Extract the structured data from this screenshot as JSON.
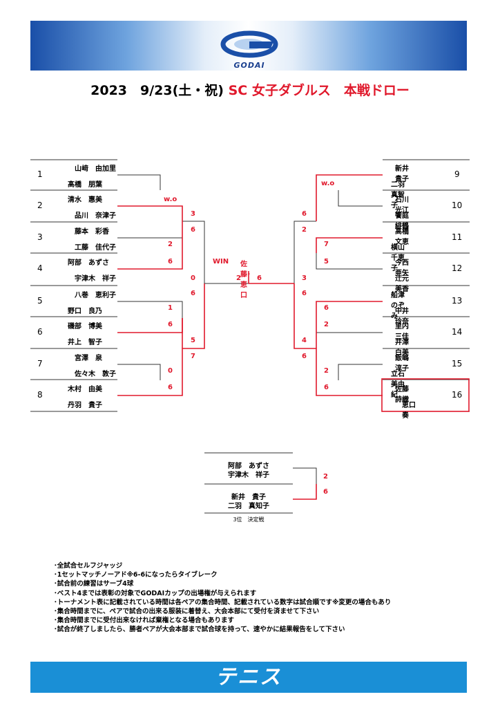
{
  "header": {
    "logo_text": "GODAI",
    "title_date": "2023　9/23(土・祝)",
    "title_event": "SC 女子ダブルス　本戦ドロー"
  },
  "draw": {
    "left_seeds": [
      {
        "seed": "1",
        "p1": "山﨑　由加里",
        "p2": "髙橋　朋葉"
      },
      {
        "seed": "2",
        "p1": "清水　惠美",
        "p2": "品川　奈津子"
      },
      {
        "seed": "3",
        "p1": "藤本　彩香",
        "p2": "工藤　佳代子"
      },
      {
        "seed": "4",
        "p1": "阿部　あずさ",
        "p2": "宇津木　祥子"
      },
      {
        "seed": "5",
        "p1": "八巻　恵利子",
        "p2": "野口　良乃"
      },
      {
        "seed": "6",
        "p1": "磯部　博美",
        "p2": "井上　智子"
      },
      {
        "seed": "7",
        "p1": "宮澤　泉",
        "p2": "佐々木　敦子"
      },
      {
        "seed": "8",
        "p1": "木村　由美",
        "p2": "丹羽　貴子"
      }
    ],
    "right_seeds": [
      {
        "seed": "9",
        "p1": "新井　貴子",
        "p2": "二羽　真智子"
      },
      {
        "seed": "10",
        "p1": "石川　光江",
        "p2": "饗庭　緋鶴"
      },
      {
        "seed": "11",
        "p1": "高橋　文恵",
        "p2": "横山　千恵子"
      },
      {
        "seed": "12",
        "p1": "今西　亜矢",
        "p2": "辻元　美香"
      },
      {
        "seed": "13",
        "p1": "船津　のぞみ",
        "p2": "中井　玲奈"
      },
      {
        "seed": "14",
        "p1": "里内　三佳",
        "p2": "井澤　白美"
      },
      {
        "seed": "15",
        "p1": "飯嶋　淳子",
        "p2": "立石　美由紀"
      },
      {
        "seed": "16",
        "p1": "佐藤　詩織",
        "p2": "恵口　奏"
      }
    ],
    "scores": {
      "l_r1_m2": "w.o",
      "l_r1_m3_top": "2",
      "l_r1_m3_bot": "6",
      "l_r1_m5_top": "1",
      "l_r1_m5_bot": "6",
      "l_r1_m7_top": "0",
      "l_r1_m7_bot": "6",
      "l_r2_a_top": "3",
      "l_r2_a_bot": "6",
      "l_r2_b_top": "5",
      "l_r2_b_bot": "7",
      "l_sf_top": "0",
      "l_sf_bot": "6",
      "r_r1_m1": "w.o",
      "r_r1_m3_top": "7",
      "r_r1_m3_bot": "5",
      "r_r1_m5_top": "6",
      "r_r1_m5_bot": "2",
      "r_r1_m7_top": "2",
      "r_r1_m7_bot": "6",
      "r_r2_a_top": "6",
      "r_r2_a_bot": "2",
      "r_r2_b_top": "4",
      "r_r2_b_bot": "6",
      "r_sf_top": "3",
      "r_sf_bot": "6",
      "final_left": "2",
      "final_right": "6"
    },
    "win_label": "WIN",
    "winner": "佐藤･恵口"
  },
  "third_place": {
    "top_p1": "阿部　あずさ",
    "top_p2": "宇津木　祥子",
    "bot_p1": "新井　貴子",
    "bot_p2": "二羽　真知子",
    "score_top": "2",
    "score_bot": "6",
    "caption": "3位　決定戦"
  },
  "notes": [
    "･全試合セルフジャッジ",
    "･1セットマッチノーアド※6-6になったらタイブレーク",
    "･試合前の練習はサーブ4球",
    "･ベスト4までは表彰の対象でGODAIカップの出場権が与えられます",
    "･トーナメント表に記載されている時間は各ペアの集合時間、記載されている数字は試合順です※変更の場合もあり",
    "･集合時間までに、ペアで試合の出来る服装に着替え、大会本部にて受付を済ませて下さい",
    "･集合時間までに受付出来なければ棄権となる場合もあります",
    "･試合が終了しましたら、勝者ペアが大会本部まで試合球を持って、速やかに結果報告をして下さい"
  ],
  "footer": {
    "text": "テニス"
  },
  "colors": {
    "win_line": "#e0182b",
    "brand_blue": "#1a4fa8",
    "footer_blue": "#1a8fd6"
  }
}
